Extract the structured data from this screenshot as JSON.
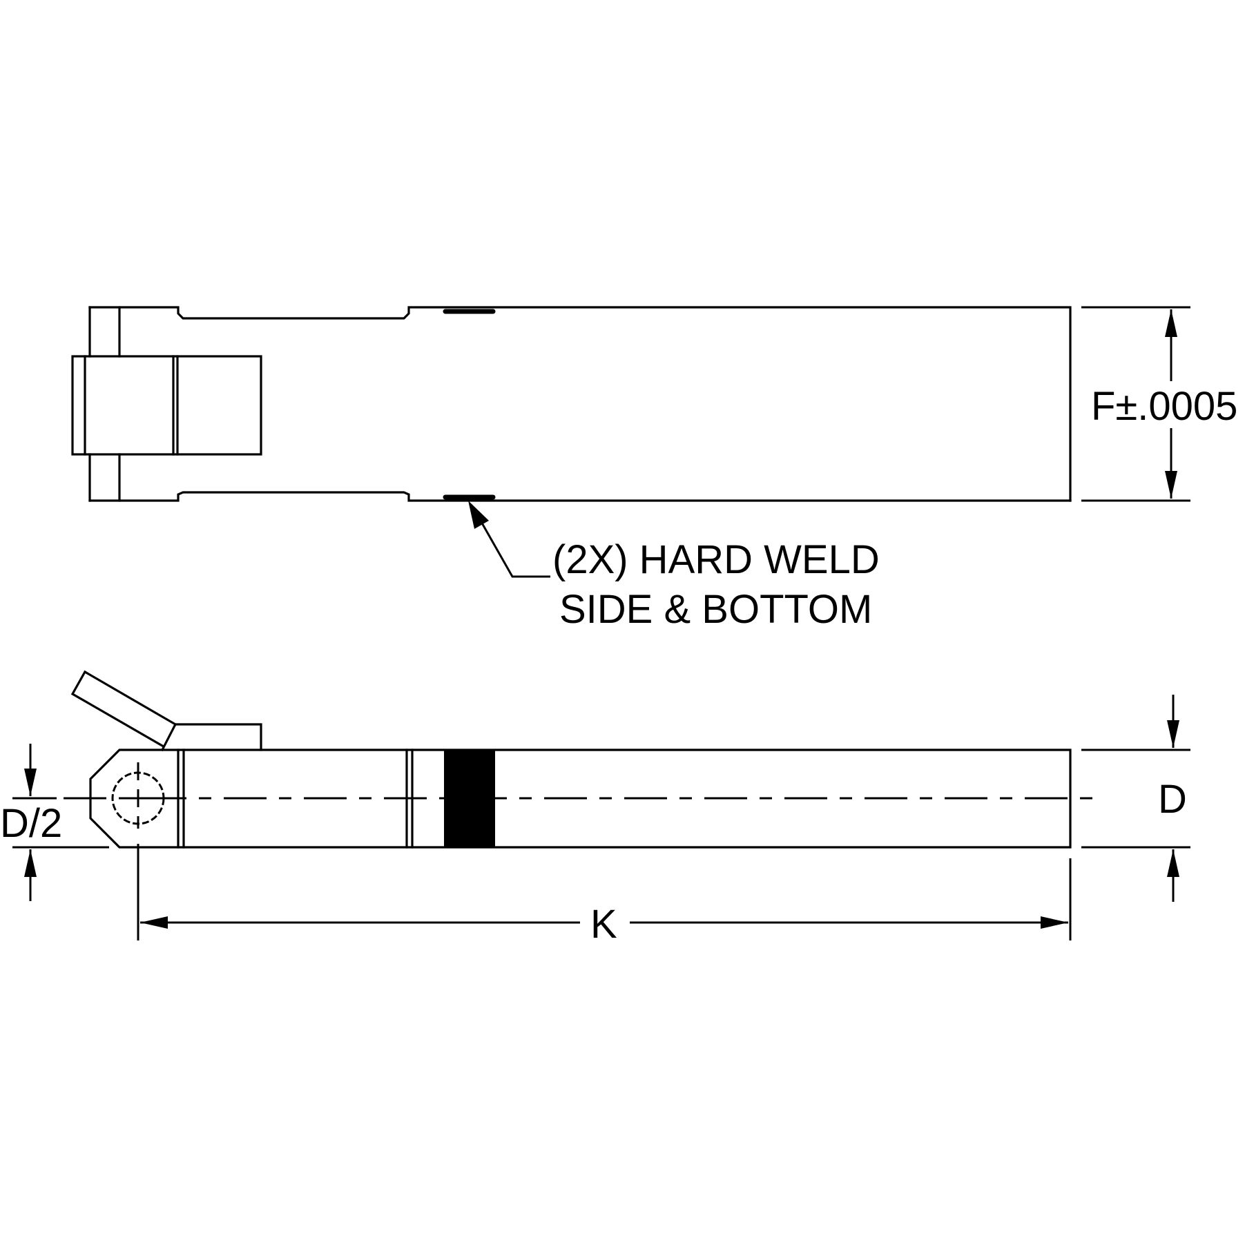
{
  "annotations": {
    "weld_line1": "(2X) HARD WELD",
    "weld_line2": "SIDE & BOTTOM"
  },
  "dimensions": {
    "width_tolerance": "F±.0005",
    "thickness": "D",
    "half_thickness": "D/2",
    "length": "K"
  }
}
